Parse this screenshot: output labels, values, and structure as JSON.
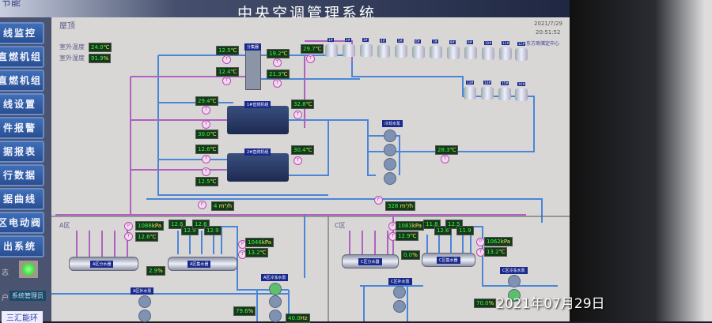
{
  "header": {
    "title": "中央空调管理系统",
    "top_left": "节能",
    "date": "2021/7/29",
    "time": "20:51:52",
    "site": "东方商储定中心"
  },
  "sidebar": {
    "items": [
      "线监控",
      "直燃机组",
      "直燃机组",
      "线设置",
      "件报警",
      "据报表",
      "行数据",
      "据曲线",
      "区电动阀",
      "出系统"
    ],
    "status_label": "志",
    "user_label": "户",
    "user_value": "系统管理员",
    "brand": "三汇能环"
  },
  "roof": {
    "label": "屋顶",
    "outdoor_temp_label": "室外温度",
    "outdoor_temp": "24.0",
    "outdoor_hum_label": "室外湿度",
    "outdoor_hum": "91.9"
  },
  "units": {
    "c": "℃",
    "pct": "%",
    "kpa": "kPa",
    "flow": "m³/h",
    "hz": "Hz"
  },
  "plant": {
    "t1": "12.5",
    "t2": "12.4",
    "t3": "19.2",
    "t4": "21.3",
    "t5": "29.7",
    "t6": "29.4",
    "t7": "32.8",
    "t8": "30.0",
    "t9": "12.6",
    "t10": "30.4",
    "t11": "12.5",
    "t12": "28.3",
    "flow1": "4",
    "flow2": "328",
    "manifold": "分集器",
    "chiller1": "1#直燃机组",
    "chiller2": "2#直燃机组",
    "cooling_pump": "冷却水泵"
  },
  "towers": [
    "1#",
    "2#",
    "3#",
    "4#",
    "5#",
    "6#",
    "7#",
    "8#",
    "9#",
    "10#",
    "11#",
    "12#",
    "13#",
    "14#",
    "15#",
    "16#"
  ],
  "zone_a": {
    "label": "A区",
    "p1": "1088",
    "t1": "12.6",
    "valve": "2.9",
    "p2": "1046",
    "t2": "13.2",
    "valve2": "79.6",
    "hz": "40.0",
    "supply": "A区分水器",
    "return": "A区集水器",
    "makeup": "A区补水泵",
    "chw": "A区冷冻水泵",
    "branch_temps": [
      "12.6",
      "12.9",
      "12.6",
      "12.9"
    ]
  },
  "zone_c": {
    "label": "C区",
    "p1": "1083",
    "t1": "12.9",
    "valve": "0.0",
    "p2": "1062",
    "t2": "13.2",
    "valve2": "70.0",
    "supply": "C区分水器",
    "return": "C区集水器",
    "makeup": "C区补水泵",
    "chw": "C区冷冻水泵",
    "branch_temps": [
      "11.8",
      "12.6",
      "12.5",
      "11.9"
    ]
  },
  "photo_stamp": "2021年07月29日"
}
